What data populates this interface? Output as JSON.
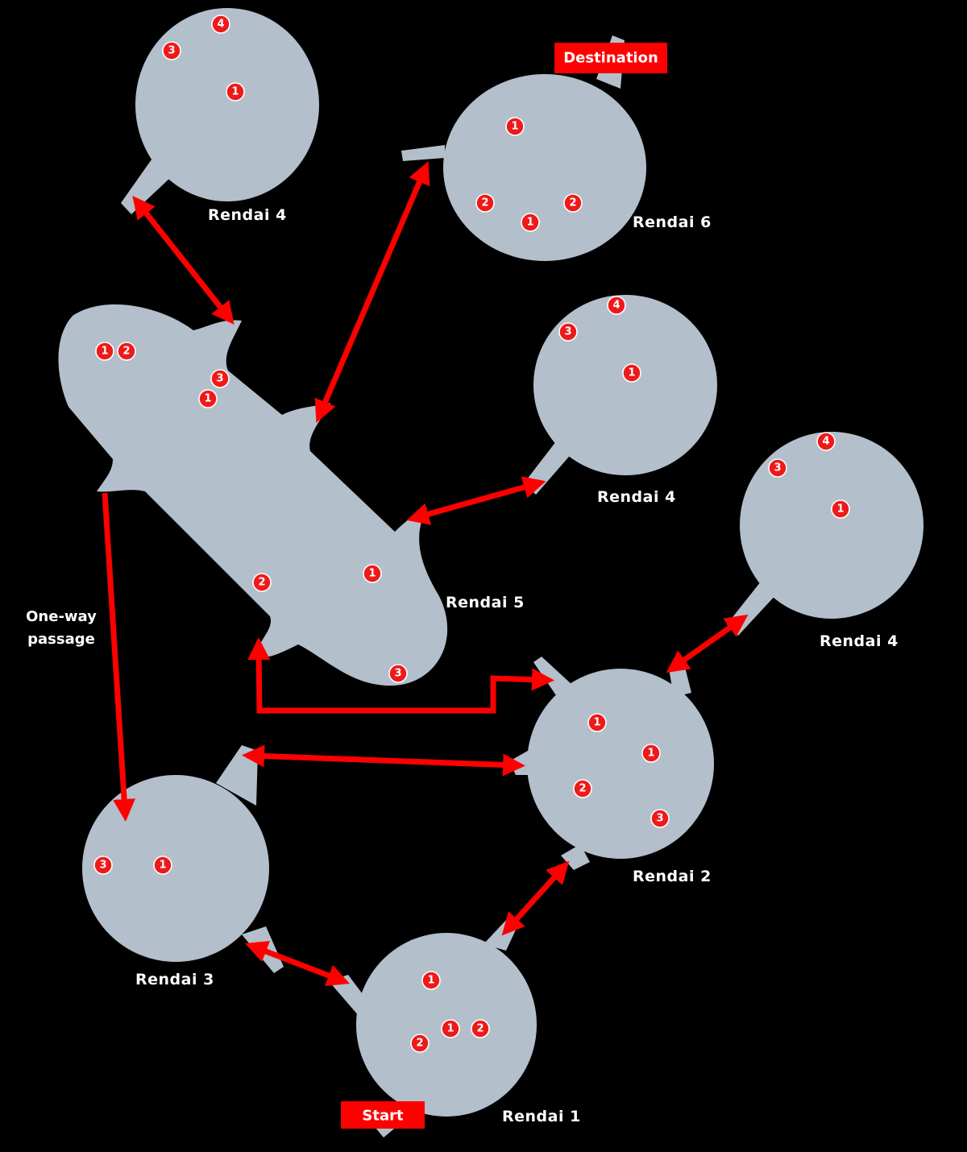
{
  "map": {
    "start_label": "Start",
    "destination_label": "Destination",
    "one_way_note": [
      "One-way",
      "passage"
    ],
    "colors": {
      "background": "#000000",
      "area_fill": "#b3bfcb",
      "route": "#ff0000",
      "marker": "#ee1a1a",
      "label_text": "#ffffff"
    },
    "rooms": [
      {
        "id": "rendai-4-top",
        "label": "Rendai 4",
        "markers": [
          "4",
          "3",
          "1"
        ]
      },
      {
        "id": "rendai-6",
        "label": "Rendai 6",
        "markers": [
          "1",
          "2",
          "2",
          "1"
        ]
      },
      {
        "id": "rendai-5",
        "label": "Rendai 5",
        "markers": [
          "1",
          "2",
          "3",
          "1",
          "2",
          "1",
          "3"
        ]
      },
      {
        "id": "rendai-4-mid",
        "label": "Rendai 4",
        "markers": [
          "4",
          "3",
          "1"
        ]
      },
      {
        "id": "rendai-4-right",
        "label": "Rendai 4",
        "markers": [
          "4",
          "3",
          "1"
        ]
      },
      {
        "id": "rendai-2",
        "label": "Rendai 2",
        "markers": [
          "1",
          "1",
          "2",
          "3"
        ]
      },
      {
        "id": "rendai-3",
        "label": "Rendai 3",
        "markers": [
          "3",
          "1"
        ]
      },
      {
        "id": "rendai-1",
        "label": "Rendai 1",
        "markers": [
          "1",
          "1",
          "2",
          "2"
        ]
      }
    ],
    "connections": [
      {
        "from": "rendai-5",
        "to": "rendai-4-top",
        "direction": "two-way"
      },
      {
        "from": "rendai-5",
        "to": "rendai-6",
        "direction": "two-way"
      },
      {
        "from": "rendai-5",
        "to": "rendai-4-mid",
        "direction": "two-way"
      },
      {
        "from": "rendai-5",
        "to": "rendai-3",
        "direction": "one-way"
      },
      {
        "from": "rendai-5",
        "to": "rendai-2",
        "direction": "two-way"
      },
      {
        "from": "rendai-2",
        "to": "rendai-4-right",
        "direction": "two-way"
      },
      {
        "from": "rendai-3",
        "to": "rendai-2",
        "direction": "two-way"
      },
      {
        "from": "rendai-1",
        "to": "rendai-2",
        "direction": "two-way"
      },
      {
        "from": "rendai-3",
        "to": "rendai-1",
        "direction": "two-way"
      }
    ]
  }
}
